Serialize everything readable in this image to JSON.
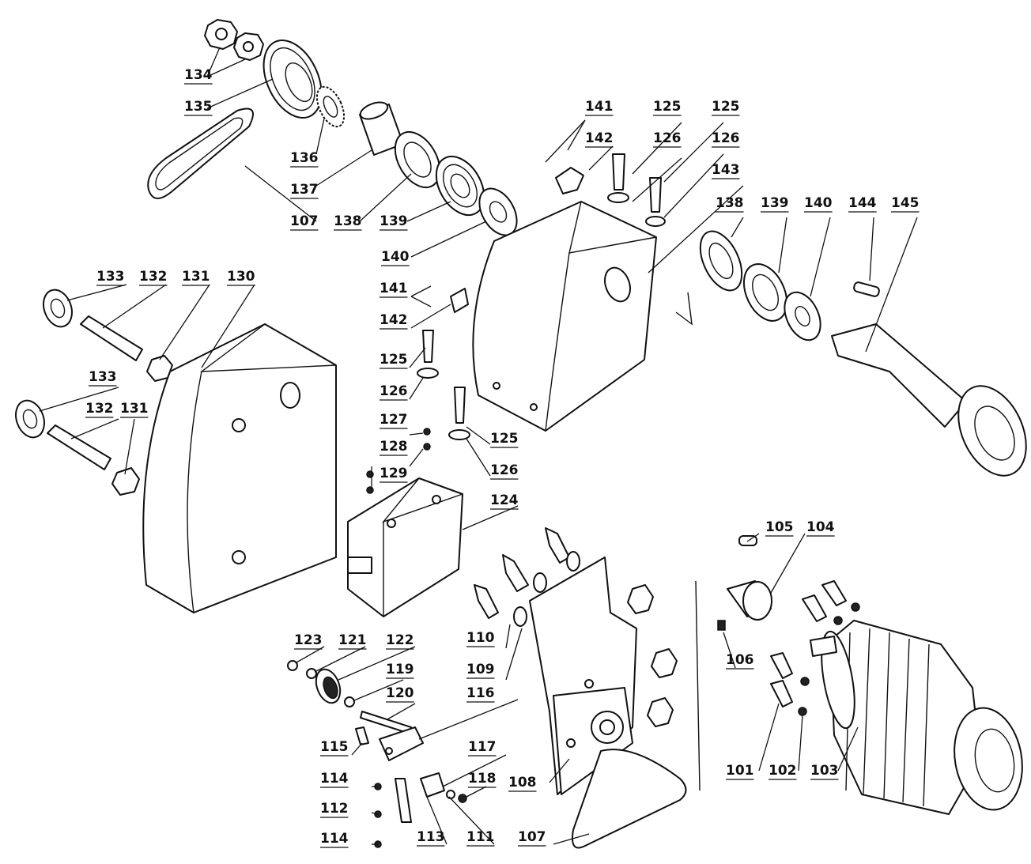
{
  "figure": {
    "callouts": [
      {
        "label": "134"
      },
      {
        "label": "135"
      },
      {
        "label": "136"
      },
      {
        "label": "137"
      },
      {
        "label": "107"
      },
      {
        "label": "138"
      },
      {
        "label": "139"
      },
      {
        "label": "140"
      },
      {
        "label": "141"
      },
      {
        "label": "142"
      },
      {
        "label": "125"
      },
      {
        "label": "126"
      },
      {
        "label": "125"
      },
      {
        "label": "126"
      },
      {
        "label": "143"
      },
      {
        "label": "138"
      },
      {
        "label": "139"
      },
      {
        "label": "140"
      },
      {
        "label": "144"
      },
      {
        "label": "145"
      },
      {
        "label": "133"
      },
      {
        "label": "132"
      },
      {
        "label": "131"
      },
      {
        "label": "130"
      },
      {
        "label": "133"
      },
      {
        "label": "132"
      },
      {
        "label": "131"
      },
      {
        "label": "141"
      },
      {
        "label": "142"
      },
      {
        "label": "125"
      },
      {
        "label": "126"
      },
      {
        "label": "125"
      },
      {
        "label": "126"
      },
      {
        "label": "127"
      },
      {
        "label": "128"
      },
      {
        "label": "129"
      },
      {
        "label": "124"
      },
      {
        "label": "105"
      },
      {
        "label": "104"
      },
      {
        "label": "106"
      },
      {
        "label": "123"
      },
      {
        "label": "121"
      },
      {
        "label": "122"
      },
      {
        "label": "119"
      },
      {
        "label": "120"
      },
      {
        "label": "110"
      },
      {
        "label": "109"
      },
      {
        "label": "116"
      },
      {
        "label": "115"
      },
      {
        "label": "114"
      },
      {
        "label": "112"
      },
      {
        "label": "114"
      },
      {
        "label": "117"
      },
      {
        "label": "118"
      },
      {
        "label": "113"
      },
      {
        "label": "111"
      },
      {
        "label": "107"
      },
      {
        "label": "108"
      },
      {
        "label": "101"
      },
      {
        "label": "102"
      },
      {
        "label": "103"
      }
    ]
  }
}
